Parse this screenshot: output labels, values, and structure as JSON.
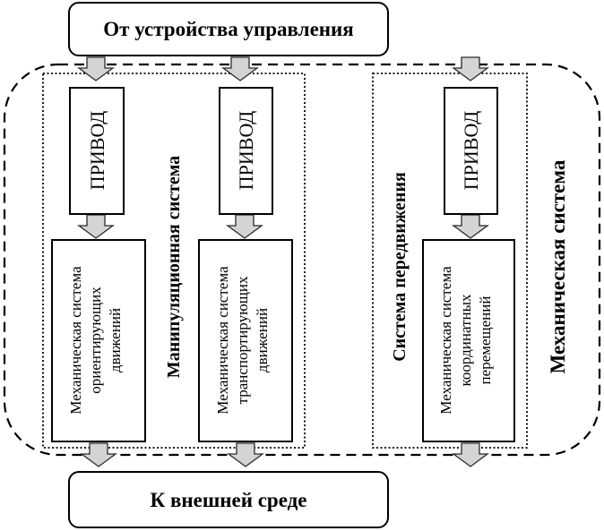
{
  "diagram": {
    "top_block": {
      "label": "От устройства управления"
    },
    "bottom_block": {
      "label": "К внешней среде"
    },
    "outer_group": {
      "label": "Механическая система",
      "style": "dashed"
    },
    "groups": [
      {
        "id": "manipulation",
        "label": "Манипуляционная система",
        "style": "dotted"
      },
      {
        "id": "locomotion",
        "label": "Система передвижения",
        "style": "dotted"
      }
    ],
    "columns": [
      {
        "group": "manipulation",
        "drive": {
          "label": "ПРИВОД"
        },
        "mechanism": {
          "lines": [
            "Механическая система",
            "ориентирующих",
            "движений"
          ]
        }
      },
      {
        "group": "manipulation",
        "drive": {
          "label": "ПРИВОД"
        },
        "mechanism": {
          "lines": [
            "Механическая система",
            "транспортирующих",
            "движений"
          ]
        }
      },
      {
        "group": "locomotion",
        "drive": {
          "label": "ПРИВОД"
        },
        "mechanism": {
          "lines": [
            "Механическая система",
            "координатных",
            "перемещений"
          ]
        }
      }
    ],
    "colors": {
      "arrow_fill": "#d4d4d4",
      "stroke": "#000000",
      "background": "#ffffff"
    }
  }
}
